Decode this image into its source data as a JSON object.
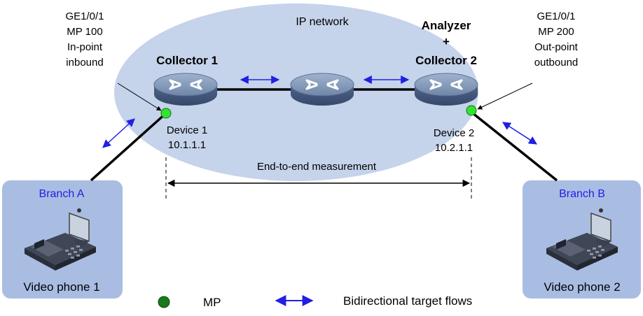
{
  "network": {
    "label": "IP network"
  },
  "collector1": {
    "title": "Collector 1",
    "device": "Device 1",
    "ip": "10.1.1.1"
  },
  "collector2": {
    "title_line1": "Analyzer",
    "title_line2": "+",
    "title_line3": "Collector 2",
    "device": "Device 2",
    "ip": "10.2.1.1"
  },
  "callout_left": {
    "line1": "GE1/0/1",
    "line2": "MP 100",
    "line3": "In-point",
    "line4": "inbound"
  },
  "callout_right": {
    "line1": "GE1/0/1",
    "line2": "MP 200",
    "line3": "Out-point",
    "line4": "outbound"
  },
  "measurement": {
    "label": "End-to-end measurement"
  },
  "branch_a": {
    "title": "Branch A",
    "device": "Video phone 1"
  },
  "branch_b": {
    "title": "Branch B",
    "device": "Video phone 2"
  },
  "legend": {
    "mp_label": "MP",
    "flow_label": "Bidirectional target flows"
  },
  "colors": {
    "network_fill": "#c5d3eb",
    "branch_fill": "#a9bde3",
    "mp_dot": "#2ee62e",
    "mp_legend": "#1a7a1a",
    "arrow_blue": "#1f1fe6"
  }
}
